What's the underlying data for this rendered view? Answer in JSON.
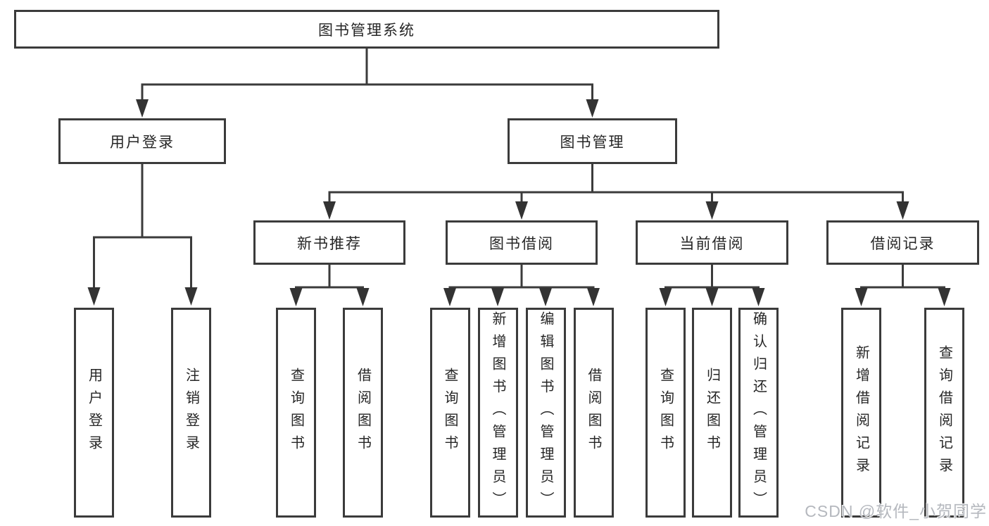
{
  "colors": {
    "line": "#3b3b3b",
    "box_border": "#3b3b3b",
    "text": "#262626",
    "watermark": "#b5b8be",
    "background": "#ffffff"
  },
  "tree": {
    "root": "图书管理系统",
    "branches": [
      {
        "label": "用户登录",
        "children": [
          "用户登录",
          "注销登录"
        ]
      },
      {
        "label": "图书管理",
        "groups": [
          {
            "label": "新书推荐",
            "children": [
              "查询图书",
              "借阅图书"
            ]
          },
          {
            "label": "图书借阅",
            "children": [
              "查询图书",
              "新增图书（管理员）",
              "编辑图书（管理员）",
              "借阅图书"
            ]
          },
          {
            "label": "当前借阅",
            "children": [
              "查询图书",
              "归还图书",
              "确认归还（管理员）"
            ]
          },
          {
            "label": "借阅记录",
            "children": [
              "新增借阅记录",
              "查询借阅记录"
            ]
          }
        ]
      }
    ]
  },
  "watermark": "CSDN @软件_小贺同学"
}
